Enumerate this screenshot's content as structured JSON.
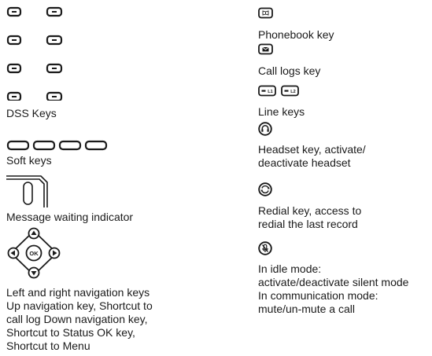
{
  "left": {
    "dss_label": "DSS Keys",
    "soft_label": "Soft keys",
    "mwi_label": "Message waiting indicator",
    "nav_ok": "OK",
    "nav_desc": [
      "Left and right navigation keys",
      "Up navigation key, Shortcut to",
      "call log Down navigation key,",
      "Shortcut to Status OK key,",
      "Shortcut to Menu"
    ]
  },
  "right": {
    "phonebook_label": "Phonebook key",
    "calllogs_label": "Call logs key",
    "line_icon_labels": [
      "L1",
      "L2"
    ],
    "line_label": "Line keys",
    "headset_desc": [
      "Headset key, activate/",
      "deactivate headset"
    ],
    "redial_desc": [
      "Redial key, access to",
      "redial the last record"
    ],
    "mute_desc": [
      "In idle mode:",
      "activate/deactivate silent mode",
      "In communication mode:",
      "mute/un-mute a call"
    ]
  }
}
